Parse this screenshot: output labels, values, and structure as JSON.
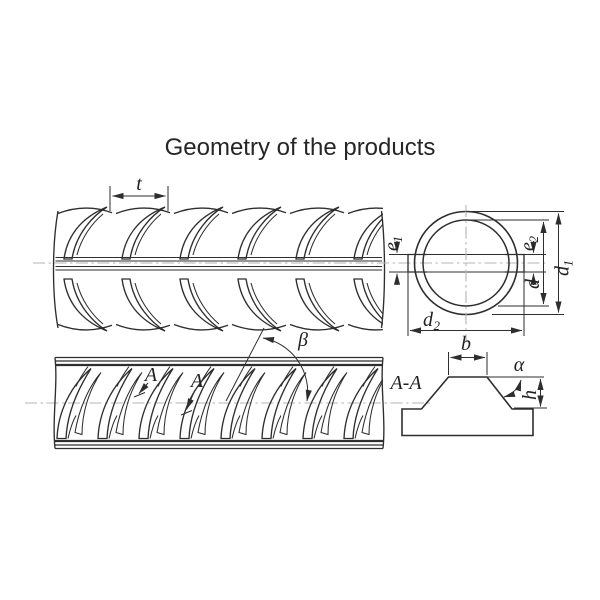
{
  "title": "Geometry of the products",
  "colors": {
    "line": "#2e2e2e",
    "centerline": "#b5b5b5",
    "hatch": "#3d3d3d",
    "background": "#ffffff",
    "text": "#222222"
  },
  "side_view": {
    "rib_pitch": "t"
  },
  "cross_section": {
    "left_rib_height": {
      "base": "e",
      "sub": "1"
    },
    "right_rib_height": {
      "base": "e",
      "sub": "2"
    },
    "core_diameter": "d",
    "outer_diameter": {
      "base": "d",
      "sub": "1"
    },
    "width_across_ribs": {
      "base": "d",
      "sub": "2"
    }
  },
  "plan_view": {
    "rib_angle": "β",
    "section_mark_1": "A",
    "section_mark_2": "A"
  },
  "rib_section": {
    "view_label": "A-A",
    "rib_top_width": "b",
    "flank_angle": "α",
    "rib_height": "h"
  }
}
